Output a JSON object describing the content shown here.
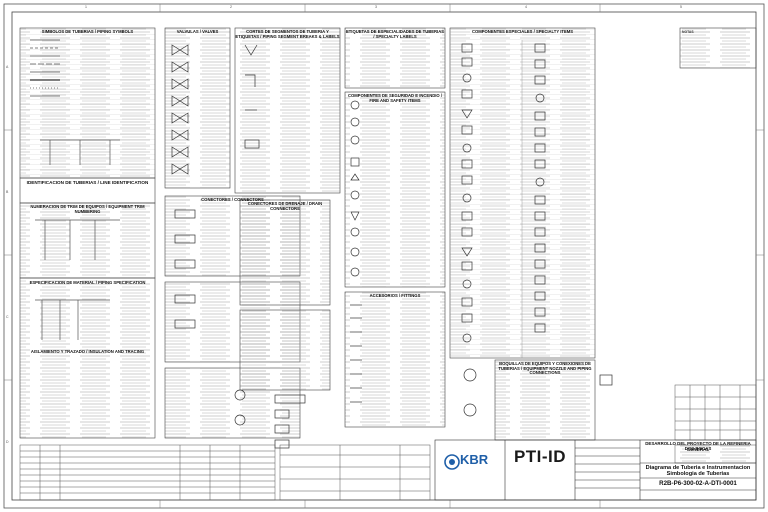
{
  "columns": [
    "1",
    "2",
    "3",
    "4",
    "5"
  ],
  "rows": [
    "A",
    "B",
    "C",
    "D"
  ],
  "panels": {
    "symbols": "SIMBOLOS DE TUBERIAS / PIPING SYMBOLS",
    "line_id": "IDENTIFICACION DE TUBERIAS / LINE IDENTIFICATION",
    "equip_trim": "NUMERACION DE TRIM DE EQUIPOS / EQUIPMENT TRIM NUMBERING",
    "material": "ESPECIFICACION DE MATERIAL / PIPING SPECIFICATION",
    "insulation": "AISLAMIENTO Y TRAZADO / INSULATION AND TRACING",
    "valves": "VALVULAS / VALVES",
    "connectors": "CONECTORES / CONNECTORS",
    "segment_breaks": "CORTES DE SEGMENTOS DE TUBERIA Y ETIQUETAS / PIPING SEGMENT BREAKS & LABELS",
    "drain": "CONECTORES DE DRENAJE / DRAIN CONNECTORS",
    "specialty_labels": "ETIQUETAS DE ESPECIALIDADES DE TUBERIAS / SPECIALTY LABELS",
    "fire_safety": "COMPONENTES DE SEGURIDAD E INCENDIO / FIRE AND SAFETY ITEMS",
    "fittings": "ACCESORIOS / FITTINGS",
    "special_items": "COMPONENTES ESPECIALES / SPECIALTY ITEMS",
    "nozzles": "BOQUILLAS DE EQUIPOS Y CONEXIONES DE TUBERIAS / EQUIPMENT NOZZLE AND PIPING CONNECTIONS"
  },
  "notes_title": "NOTAS",
  "title_block": {
    "project": "DESARROLLO DEL PROYECTO DE LA REFINERIA DOS BOCAS",
    "general": "GENERAL",
    "drawing_title_1": "Diagrama de Tuberia e Instrumentacion",
    "drawing_title_2": "Simbologia de Tuberias",
    "drawing_number": "R2B-P6-300-02-A-DTI-0001",
    "logo_kbr": "KBR",
    "logo_pti": "PTI-ID"
  },
  "colors": {
    "line": "#444444",
    "text": "#222222",
    "kbr_blue": "#1f5fa8",
    "pti_dark": "#1a1a1a"
  }
}
